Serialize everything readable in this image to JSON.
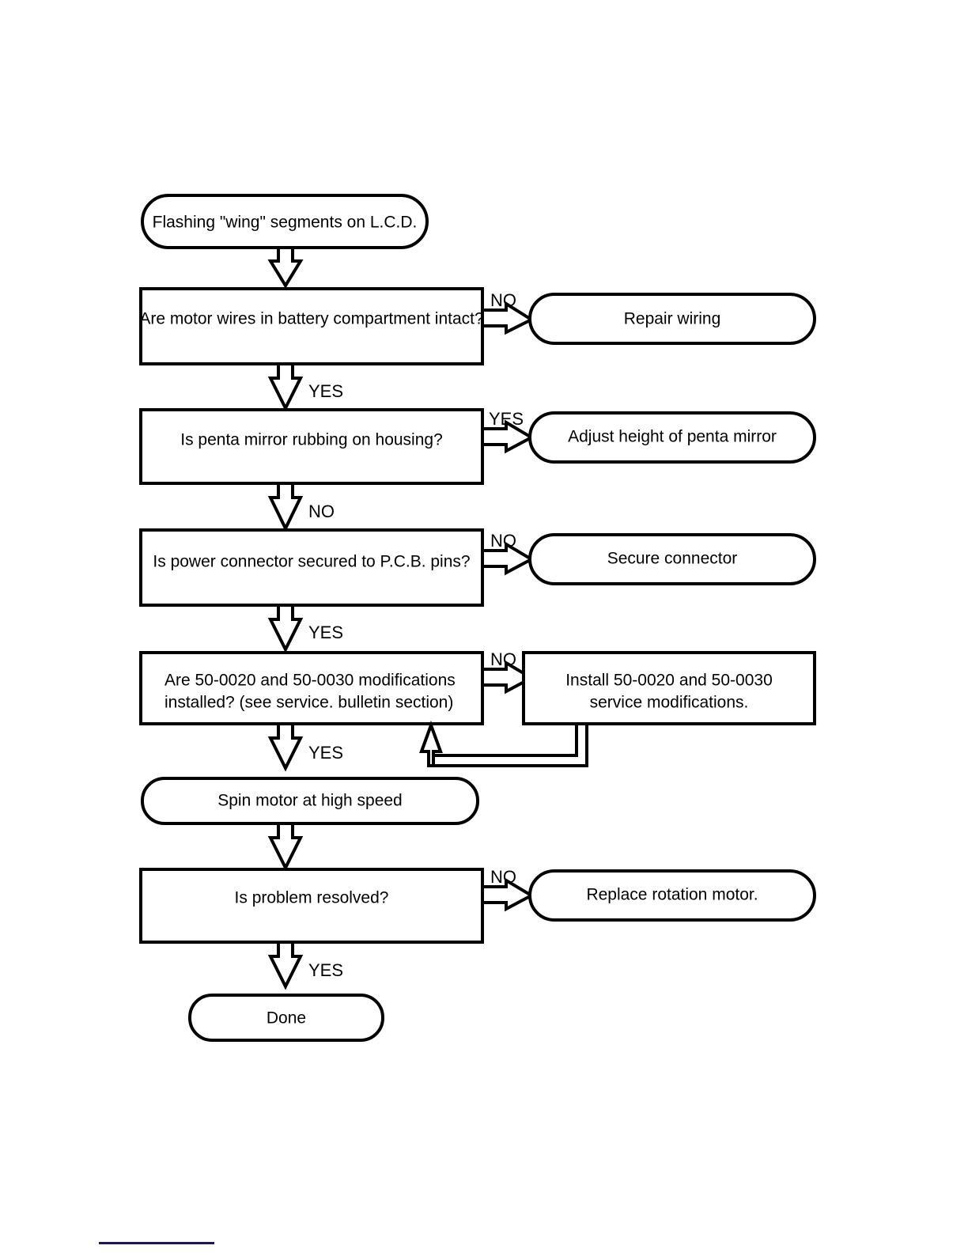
{
  "document": {
    "type": "flowchart",
    "title": "Flashing \"wing\" segments on L.C.D. troubleshooting flowchart",
    "background_color": "#ffffff",
    "line_color": "#000000",
    "footer_rule_color": "#151570"
  },
  "nodes": {
    "start": {
      "id": "start",
      "shape": "rounded-terminator",
      "label": "Flashing \"wing\" segments on L.C.D."
    },
    "decision1": {
      "id": "decision1",
      "shape": "rectangle",
      "label": "Are motor wires in battery compartment intact?"
    },
    "action1": {
      "id": "action1",
      "shape": "rounded-terminator",
      "label": "Repair wiring"
    },
    "decision2": {
      "id": "decision2",
      "shape": "rectangle",
      "label": "Is penta mirror rubbing on housing?"
    },
    "action2": {
      "id": "action2",
      "shape": "rounded-terminator",
      "label": "Adjust height of penta mirror"
    },
    "decision3": {
      "id": "decision3",
      "shape": "rectangle",
      "label": "Is power connector secured to P.C.B. pins?"
    },
    "action3": {
      "id": "action3",
      "shape": "rounded-terminator",
      "label": "Secure connector"
    },
    "decision4": {
      "id": "decision4",
      "shape": "rectangle",
      "label_line1": "Are 50-0020 and 50-0030 modifications",
      "label_line2": "installed? (see service. bulletin section)"
    },
    "action4": {
      "id": "action4",
      "shape": "rectangle",
      "label_line1": "Install 50-0020 and 50-0030",
      "label_line2": "service modifications."
    },
    "process1": {
      "id": "process1",
      "shape": "rounded-terminator",
      "label": "Spin motor at high speed"
    },
    "decision5": {
      "id": "decision5",
      "shape": "rectangle",
      "label": "Is problem resolved?"
    },
    "action5": {
      "id": "action5",
      "shape": "rounded-terminator",
      "label": "Replace rotation motor."
    },
    "end": {
      "id": "end",
      "shape": "rounded-terminator",
      "label": "Done"
    }
  },
  "edge_labels": {
    "start_to_d1": "",
    "d1_no": "NO",
    "d1_yes": "YES",
    "d2_yes": "YES",
    "d2_no": "NO",
    "d3_no": "NO",
    "d3_yes": "YES",
    "d4_no": "NO",
    "d4_yes": "YES",
    "d5_no": "NO",
    "d5_yes": "YES"
  }
}
